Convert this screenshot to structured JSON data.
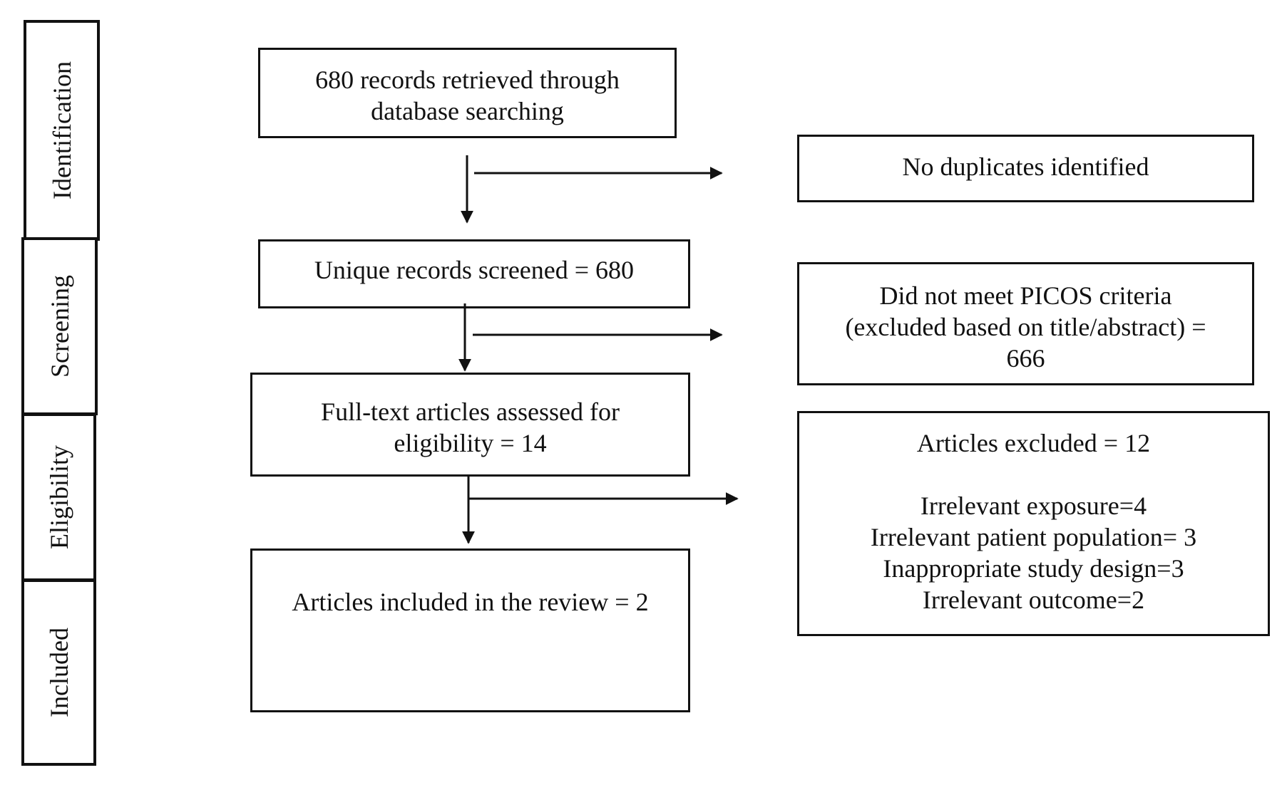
{
  "phases": {
    "identification": "Identification",
    "screening": "Screening",
    "eligibility": "Eligibility",
    "included": "Included"
  },
  "boxes": {
    "records_retrieved": [
      "680 records retrieved through",
      "database searching"
    ],
    "no_duplicates": [
      "No duplicates identified"
    ],
    "unique_screened": [
      "Unique records screened = 680"
    ],
    "picos_excluded": [
      "Did not meet PICOS criteria",
      "(excluded based on title/abstract) =",
      "666"
    ],
    "full_text": [
      "Full-text articles assessed for",
      "eligibility = 14"
    ],
    "articles_excluded": {
      "header": "Articles excluded = 12",
      "reasons": [
        "Irrelevant exposure=4",
        "Irrelevant patient population= 3",
        "Inappropriate study design=3",
        "Irrelevant outcome=2"
      ]
    },
    "included_review": [
      "Articles included in the review = 2"
    ]
  }
}
